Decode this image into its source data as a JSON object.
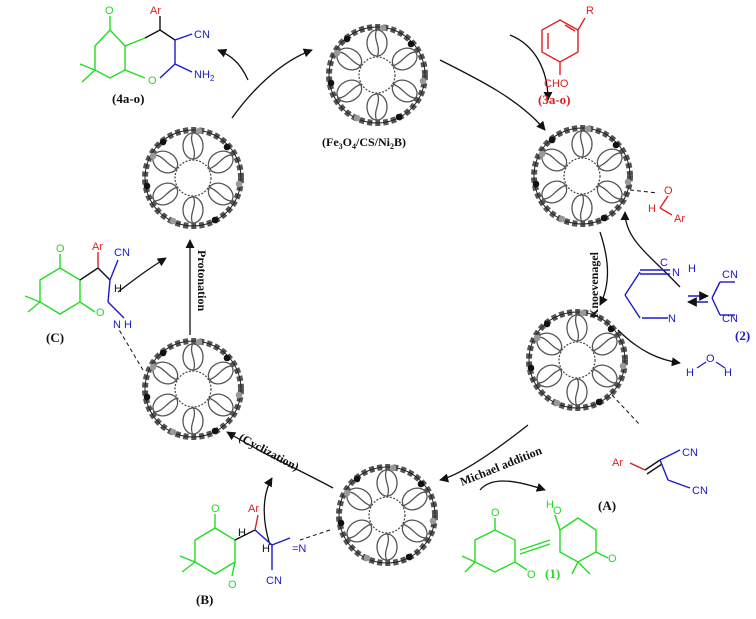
{
  "catalyst": {
    "label_main": "(Fe",
    "sub_3": "3",
    "mid_o": "O",
    "sub_4": "4",
    "tail": "/CS/Ni",
    "sub_2": "2",
    "end": "B)"
  },
  "steps": {
    "knoevenagel": "Knoevenagel",
    "michael": "Michael addition",
    "cyclization": "(Cyclization)",
    "protonation": "Protonation"
  },
  "compounds": {
    "product": "(4a-o)",
    "aldehyde": "(3a-o)",
    "malononitrile": "(2)",
    "dimedone": "(1)",
    "intermediate_a": "(A)",
    "intermediate_b": "(B)",
    "intermediate_c": "(C)"
  },
  "atoms": {
    "ar": "Ar",
    "r": "R",
    "cho": "CHO",
    "cn": "CN",
    "nh2": "NH",
    "nh2_sub": "2",
    "o": "O",
    "n": "N",
    "h": "H",
    "c": "C",
    "eq_n": "=N"
  },
  "colors": {
    "green": "#22dd22",
    "blue": "#1a1acc",
    "red": "#e02020",
    "black": "#111111",
    "gray": "#8a8a8a"
  }
}
